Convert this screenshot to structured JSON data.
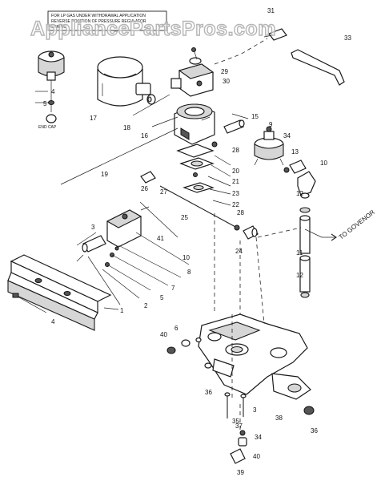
{
  "watermark": "AppliancePartsPros.com",
  "notice_lines": [
    "FOR LP GAS UNDER WITHDRAWAL APPLICATION",
    "REVERSE POSITION OF PRESSURE REGULATOR",
    "SPRING"
  ],
  "end_cap_label": "END CAP",
  "governor_label": "TO GOVENOR",
  "part_numbers": [
    "1",
    "2",
    "3",
    "4",
    "5",
    "6",
    "7",
    "8",
    "9",
    "10",
    "11",
    "12",
    "13",
    "14",
    "15",
    "16",
    "17",
    "18",
    "19",
    "20",
    "21",
    "22",
    "23",
    "24",
    "25",
    "26",
    "27",
    "28",
    "29",
    "30",
    "31",
    "33",
    "34",
    "35",
    "36",
    "37",
    "38",
    "39",
    "40",
    "41"
  ]
}
